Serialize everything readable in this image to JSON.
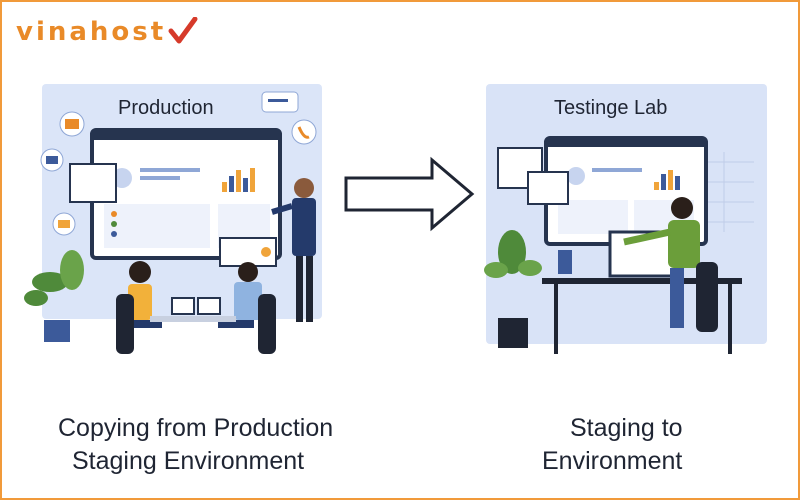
{
  "brand": {
    "name": "vinahost",
    "accent": "#e98a28",
    "check_color": "#d63a2a"
  },
  "left_scene": {
    "title": "Production",
    "caption_line1": "Copying from Production",
    "caption_line2": "Staging Environment"
  },
  "right_scene": {
    "title": "Testinge Lab",
    "caption_line1": "Staging to",
    "caption_line2": "Environment"
  },
  "arrow": {
    "direction": "right",
    "icon": "arrow-right-icon"
  },
  "colors": {
    "panel": "#d9e3f7",
    "panel_light": "#e8eefb",
    "screen_border": "#26344f",
    "chart_orange": "#f0a43a",
    "chart_blue": "#3c5a9a",
    "plant": "#4f8a3a",
    "suit": "#243a6b",
    "shirt_yellow": "#f2b13a",
    "shirt_green": "#6b9e3a",
    "text_dark": "#1f2533"
  }
}
